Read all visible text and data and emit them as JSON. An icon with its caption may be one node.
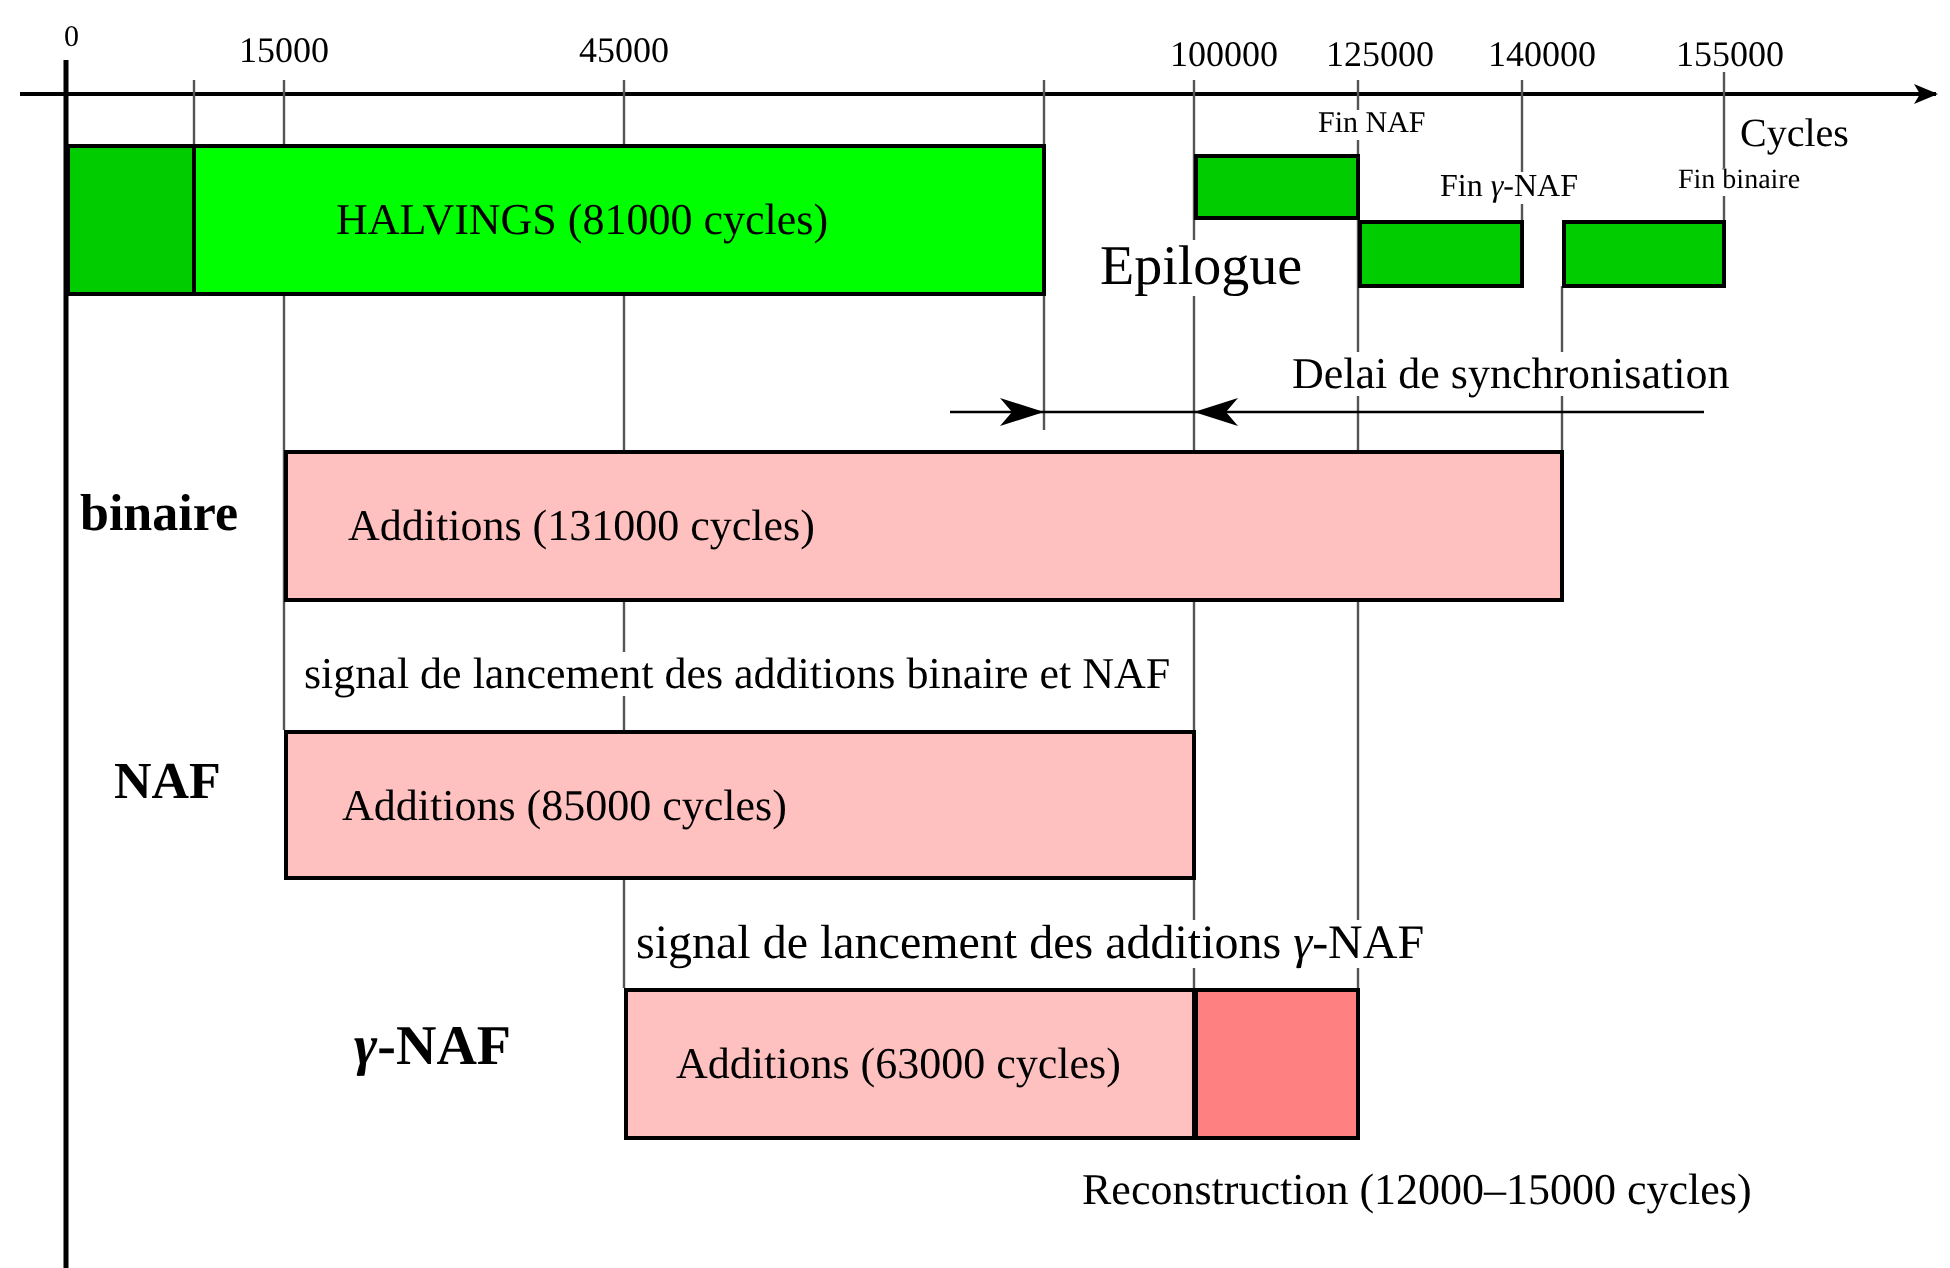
{
  "diagram": {
    "nodes": [
      {
        "text": [],
        "shape": "box"
      },
      {
        "text": [
          "HALVINGS (81000 cycles)"
        ]
      },
      {
        "text": [],
        "shape": "box"
      },
      {
        "text": [],
        "shape": "box"
      },
      {
        "text": [],
        "shape": "box"
      },
      {
        "text": [
          "Additions (131000 cycles)"
        ]
      },
      {
        "text": [
          "Additions (85000 cycles)"
        ]
      },
      {
        "text": [
          "Additions (63000 cycles)"
        ]
      },
      {
        "text": [],
        "shape": "box",
        "beside": [
          "Reconstruction (12000–15000 cycles)"
        ]
      }
    ],
    "labels": [
      "0",
      "15000",
      "45000",
      "100000",
      "125000",
      "140000",
      "155000",
      "Fin NAF",
      "Cycles",
      "Fin *γ*-NAF",
      "Fin binaire",
      "Epilogue",
      "Delai de synchronisation",
      "binaire",
      "signal de lancement des additions binaire et NAF",
      "NAF",
      "signal de lancement des additions *γ*-NAF",
      "*γ*-NAF"
    ]
  }
}
